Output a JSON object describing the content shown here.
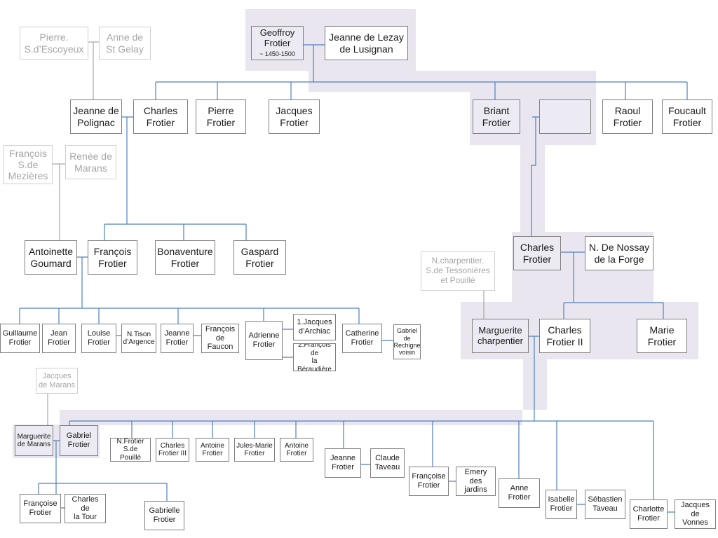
{
  "colors": {
    "highlight": "#e9e6f0",
    "connector": "#4f81bd",
    "grey_connector": "#a6a6a6",
    "box_border": "#7f7f7f",
    "grey_text": "#a6a6a6"
  },
  "nodes": {
    "pierre": "Pierre.\nS.d’Escoyeux",
    "anne_gelay": "Anne de\nSt Gelay",
    "geoffroy": "Geoffroy\nFrotier",
    "geoffroy_dates": "~ 1450-1500",
    "jeanne_lezay": "Jeanne de Lezay\nde Lusignan",
    "jeanne_polignac": "Jeanne de\nPolignac",
    "charles1": "Charles\nFrotier",
    "pierre_frotier": "Pierre\nFrotier",
    "jacques_frotier": "Jacques\nFrotier",
    "briant": "Briant\nFrotier",
    "briant_spouse": "",
    "raoul": "Raoul\nFrotier",
    "foucault": "Foucault\nFrotier",
    "francois_mezieres": "François\nS.de\nMezières",
    "renee": "Renée de\nMarans",
    "antoinette": "Antoinette\nGoumard",
    "francois_frotier": "François\nFrotier",
    "bonaventure": "Bonaventure\nFrotier",
    "gaspard": "Gaspard\nFrotier",
    "charles2": "Charles\nFrotier",
    "nossay": "N. De Nossay\nde la Forge",
    "ncharpentier": "N.charpentier.\nS.de Tessonières\net Pouillé",
    "marguerite_charpentier": "Marguerite\ncharpentier",
    "charles_ii": "Charles\nFrotier II",
    "marie": "Marie\nFrotier",
    "guillaume": "Guillaume\nFrotier",
    "jean": "Jean\nFrotier",
    "louise": "Louise\nFrotier",
    "ntison": "N.Tison\nd’Argence",
    "jeanne_f1": "Jeanne\nFrotier",
    "francois_faucon": "François\nde Faucon",
    "adrienne": "Adrienne\nFrotier",
    "jacques_archiac": "1.Jacques\nd’Archiac",
    "francois_beraudiere": "2.François de\nla\nBéraudière",
    "catherine": "Catherine\nFrotier",
    "gabriel_rechigne": "Gabriel\nde\nRechigne\nvoisin",
    "jacques_marans": "Jacques\nde Marans",
    "marguerite_marans": "Marguerite\nde Marans",
    "gabriel_frotier": "Gabriel\nFrotier",
    "nfrotier": "N.Frotier\nS.de Pouillé",
    "charles_iii": "Charles\nFrotier III",
    "antoine1": "Antoine\nFrotier",
    "jules_marie": "Jules-Marie\nFrotier",
    "antoine2": "Antoine\nFrotier",
    "jeanne_f2": "Jeanne\nFrotier",
    "claude": "Claude\nTaveau",
    "francoise1": "Françoise\nFrotier",
    "emery": "Emery des\njardins",
    "anne_frotier": "Anne\nFrotier",
    "isabelle": "Isabelle\nFrotier",
    "sebastien": "Sébastien\nTaveau",
    "charlotte": "Charlotte\nFrotier",
    "jacques_vonnes": "Jacques de\nVonnes",
    "francoise2": "Françoise\nFrotier",
    "charles_tour": "Charles de\nla Tour",
    "gabrielle": "Gabrielle\nFrotier"
  }
}
